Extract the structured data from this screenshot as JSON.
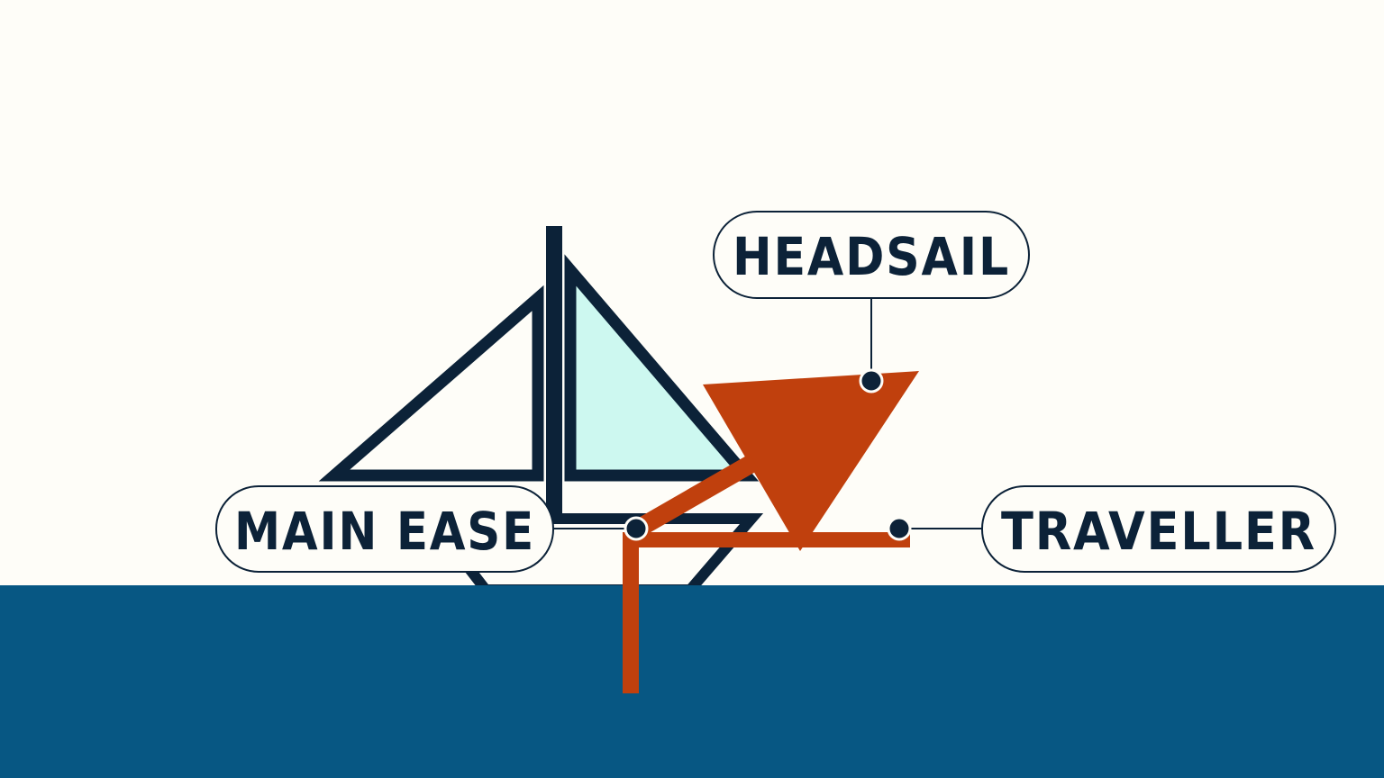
{
  "callouts": {
    "headsail": "HEADSAIL",
    "main_ease": "MAIN EASE",
    "traveller": "TRAVELLER"
  },
  "colors": {
    "background": "#fefdf8",
    "water": "#075783",
    "outline": "#0c2238",
    "jib_fill": "#cdf8f0",
    "accent": "#c0400d"
  }
}
